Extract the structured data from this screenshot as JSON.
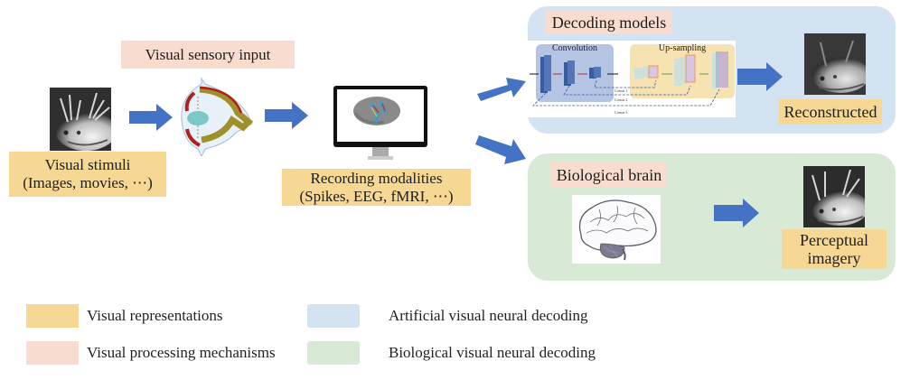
{
  "pipeline": {
    "visual_sensory_input": "Visual sensory input",
    "visual_stimuli": [
      "Visual stimuli",
      "(Images, movies, ⋯)"
    ],
    "recording_modalities": [
      "Recording modalities",
      "(Spikes, EEG, fMRI, ⋯)"
    ]
  },
  "decoding_panel": {
    "title": "Decoding models",
    "network": {
      "encoder_label": "Convolution",
      "decoder_label": "Up-sampling",
      "skip_labels": [
        "Concat 1",
        "Concat 2",
        "Concat 3"
      ]
    },
    "output_label": "Reconstructed"
  },
  "biological_panel": {
    "title": "Biological brain",
    "output_label": [
      "Perceptual",
      "imagery"
    ]
  },
  "legend": [
    {
      "label": "Visual representations",
      "color": "#f6d894"
    },
    {
      "label": "Visual processing mechanisms",
      "color": "#f8dccf"
    },
    {
      "label": "Artificial visual neural decoding",
      "color": "#d3e3f1"
    },
    {
      "label": "Biological visual neural decoding",
      "color": "#d8e9d6"
    }
  ],
  "colors": {
    "arrow": "#4472c4",
    "representation": "#f6d894",
    "mechanism": "#f8dccf",
    "artificial": "#d3e3f1",
    "biological": "#d8e9d6"
  }
}
